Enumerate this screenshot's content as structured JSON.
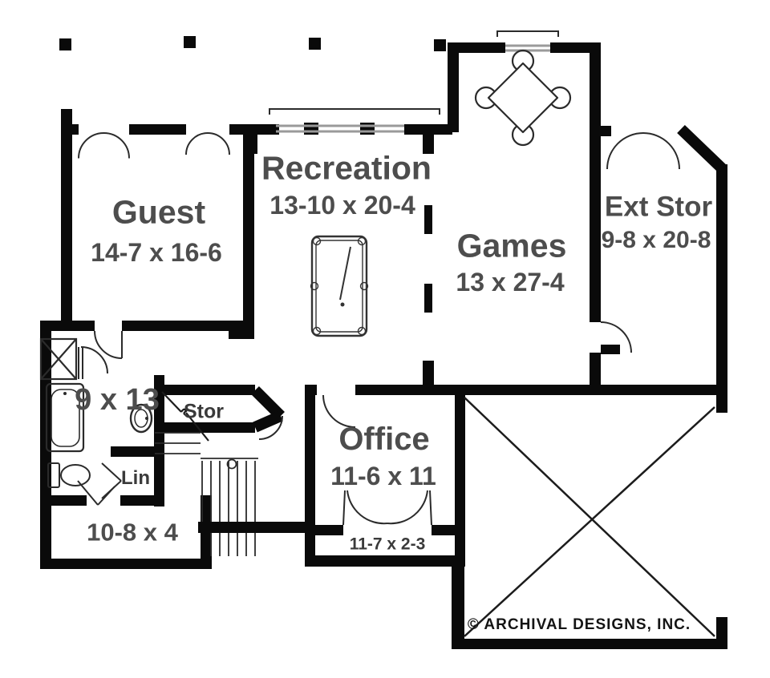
{
  "rooms": {
    "guest": {
      "name": "Guest",
      "dims": "14-7 x 16-6"
    },
    "recreation": {
      "name": "Recreation",
      "dims": "13-10 x 20-4"
    },
    "games": {
      "name": "Games",
      "dims": "13 x 27-4"
    },
    "ext_stor": {
      "name": "Ext Stor",
      "dims": "9-8 x 20-8"
    },
    "bath": {
      "dims": "9 x 13"
    },
    "stor": {
      "name": "Stor"
    },
    "office": {
      "name": "Office",
      "dims": "11-6 x 11"
    },
    "lin": {
      "name": "Lin"
    },
    "bonus": {
      "dims": "10-8 x 4"
    },
    "porch": {
      "dims": "11-7 x 2-3"
    }
  },
  "fixtures": [
    "shower",
    "bathtub",
    "toilet",
    "sink",
    "pool-table",
    "dining-table",
    "staircase"
  ],
  "footer": {
    "copyright": "© ARCHIVAL DESIGNS, INC."
  },
  "colors": {
    "wall": "#0a0a0a",
    "line": "#2b2b2b",
    "label": "#4d4d4d",
    "window": "#9a9a9a"
  }
}
